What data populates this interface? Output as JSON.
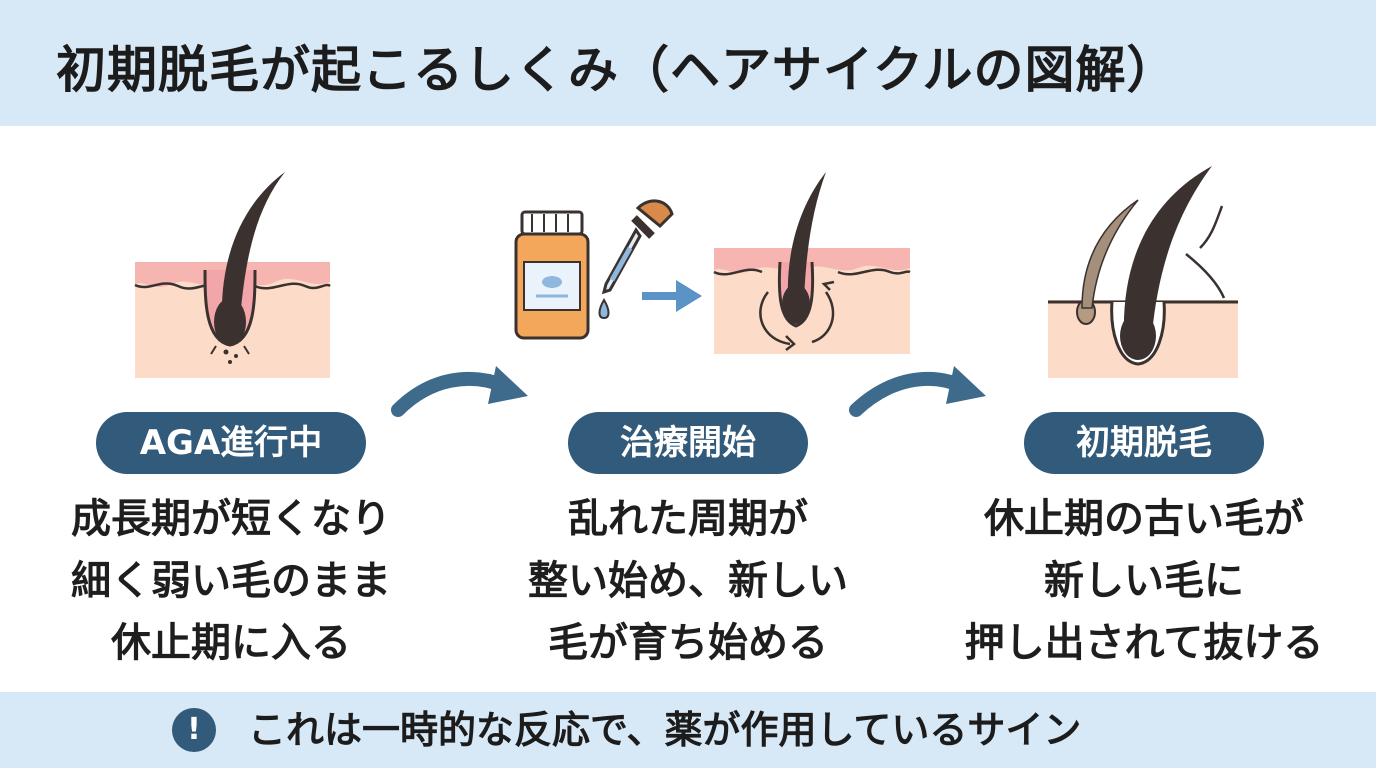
{
  "title": "初期脱毛が起こるしくみ（ヘアサイクルの図解）",
  "steps": [
    {
      "label": "AGA進行中",
      "lines": [
        "成長期が短くなり",
        "細く弱い毛のまま",
        "休止期に入る"
      ]
    },
    {
      "label": "治療開始",
      "lines": [
        "乱れた周期が",
        "整い始め、新しい",
        "毛が育ち始める"
      ]
    },
    {
      "label": "初期脱毛",
      "lines": [
        "休止期の古い毛が",
        "新しい毛に",
        "押し出されて抜ける"
      ]
    }
  ],
  "footer": {
    "icon": "!",
    "note": "これは一時的な反応で、薬が作用しているサイン"
  },
  "colors": {
    "header_bg": "#d7e8f7",
    "badge_bg": "#325a7a",
    "skin": "#fcdcc8",
    "skin_top": "#f6b5b0",
    "hair": "#3b3230",
    "arrow": "#3e6a8c"
  }
}
